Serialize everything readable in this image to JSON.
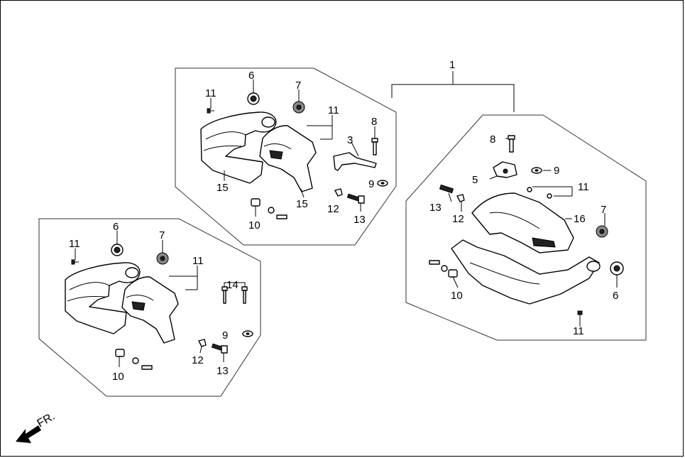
{
  "labels": {
    "assembly": "1",
    "bracket": "3",
    "bracket_small": "5",
    "nut_cap_a": "6",
    "nut_cap_b": "6",
    "nut_cap_c": "6",
    "grommet_a": "7",
    "grommet_b": "7",
    "grommet_c": "7",
    "bolt_a": "8",
    "bolt_b": "8",
    "washer_a": "9",
    "washer_b": "9",
    "washer_c": "9",
    "plate_nut_a": "10",
    "plate_nut_b": "10",
    "plate_nut_c": "10",
    "screw_a": "11",
    "screw_b": "11",
    "screw_c": "11",
    "screw_d": "11",
    "screw_e": "11",
    "screw_f": "11",
    "clip_a": "12",
    "clip_b": "12",
    "clip_c": "12",
    "bolt_long_a": "13",
    "bolt_long_b": "13",
    "bolt_long_c": "13",
    "stud": "14",
    "guard_a": "15",
    "guard_b": "15",
    "guard_right": "16"
  },
  "front_indicator": "FR."
}
